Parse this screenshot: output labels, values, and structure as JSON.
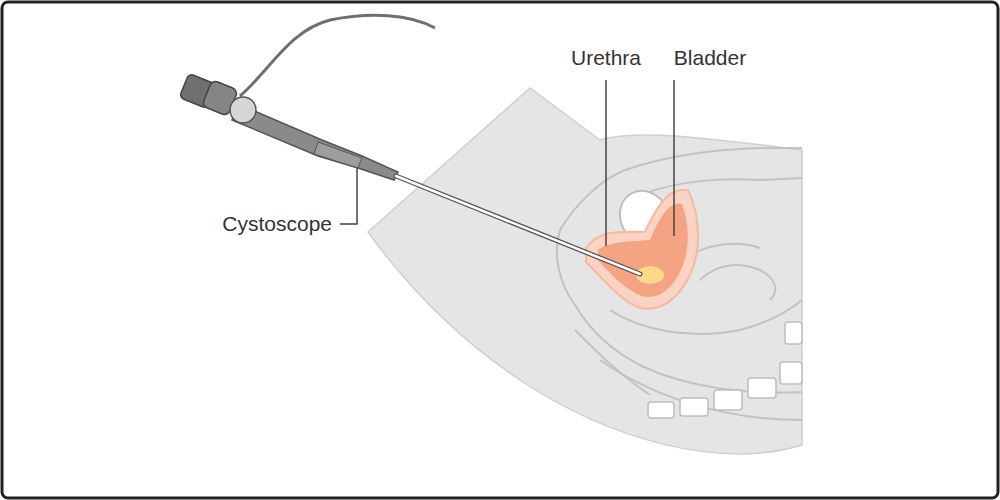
{
  "diagram": {
    "labels": [
      "Urethra",
      "Bladder",
      "Cystoscope"
    ]
  }
}
